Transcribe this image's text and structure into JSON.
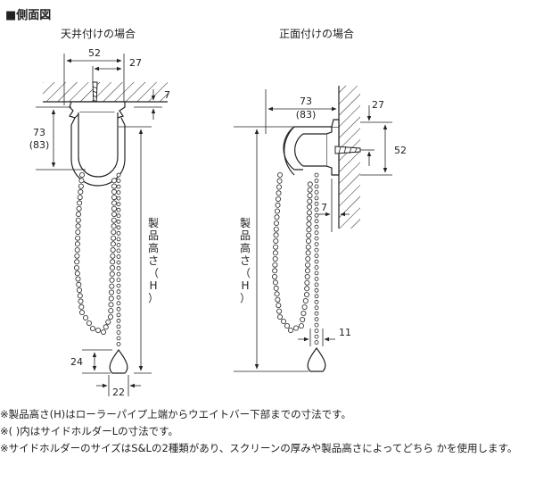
{
  "header": {
    "title": "■側面図"
  },
  "left": {
    "title": "天井付けの場合",
    "dim_52": "52",
    "dim_27": "27",
    "dim_7": "7",
    "dim_73": "73",
    "dim_83": "(83)",
    "height_label": [
      "製",
      "品",
      "高",
      "さ",
      "（",
      "H",
      "）"
    ],
    "dim_24": "24",
    "dim_22": "22"
  },
  "right": {
    "title": "正面付けの場合",
    "dim_73": "73",
    "dim_83": "(83)",
    "dim_27": "27",
    "dim_52": "52",
    "dim_7": "7",
    "height_label": [
      "製",
      "品",
      "高",
      "さ",
      "（",
      "H",
      "）"
    ],
    "dim_11": "11"
  },
  "notes": [
    "※製品高さ(H)はローラーパイプ上端からウエイトバー下部までの寸法です。",
    "※( )内はサイドホルダーLの寸法です。",
    "※サイドホルダーのサイズはS&Lの2種類があり、スクリーンの厚みや製品高さによってどちら かを使用します。"
  ]
}
